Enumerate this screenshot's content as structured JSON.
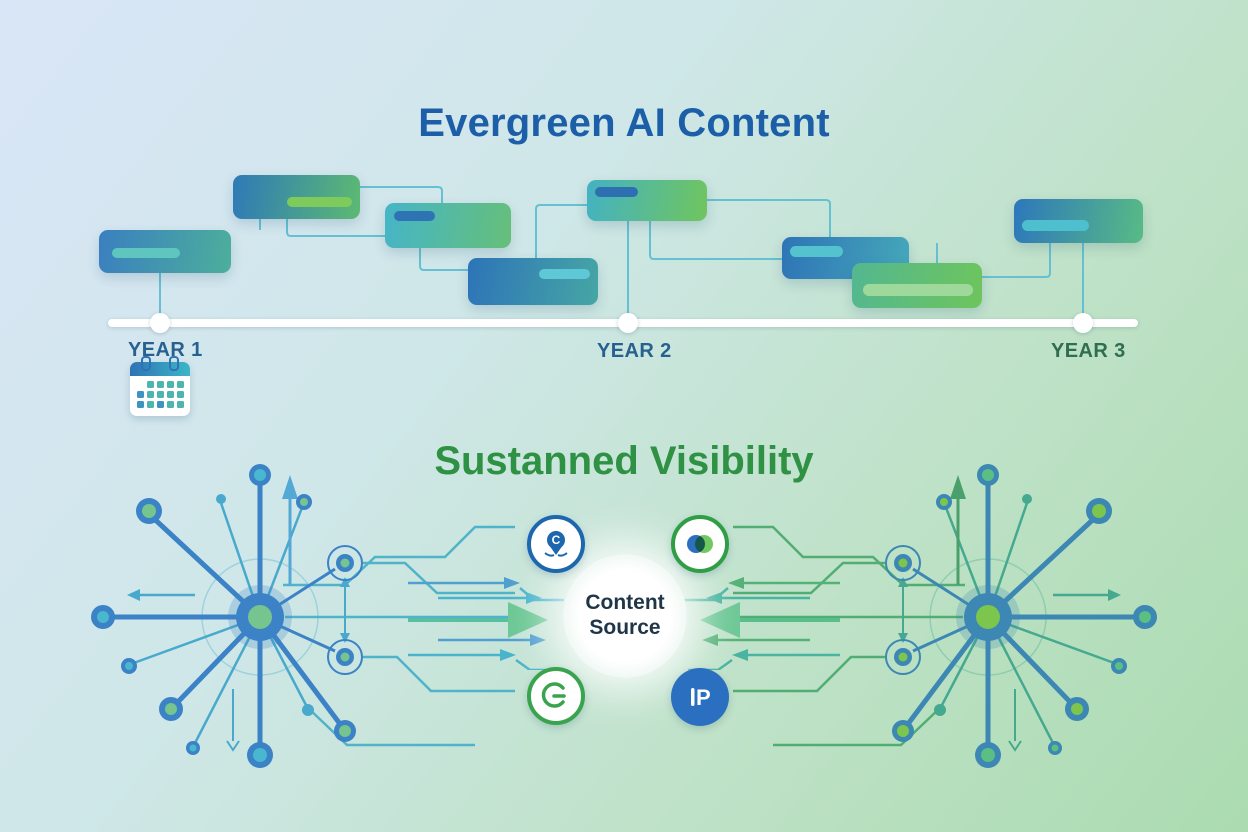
{
  "header": {
    "title": "Evergreen AI Content",
    "title_color": "#1c5fa8"
  },
  "timeline": {
    "years": [
      {
        "label": "YEAR 1",
        "color": "#27618f"
      },
      {
        "label": "YEAR 2",
        "color": "#27618f"
      },
      {
        "label": "YEAR 3",
        "color": "#2f6e50"
      }
    ],
    "card_count": 8
  },
  "subtitle": {
    "title": "Sustanned Visibility",
    "title_color": "#2e9143"
  },
  "center": {
    "label": "Content Source"
  },
  "icons": [
    {
      "name": "content-pin-icon",
      "letter": "C"
    },
    {
      "name": "overlap-circles-icon"
    },
    {
      "name": "g-ring-icon"
    },
    {
      "name": "p-badge-icon",
      "letter": "P"
    }
  ],
  "palette": {
    "background_top_left": "#d9e6f7",
    "background_bottom_right": "#abdbb0",
    "timeline_bar": "#ffffff",
    "connector": "#65c0d2",
    "network_left_primary": "#3b82c6",
    "network_right_primary": "#52ad74"
  }
}
